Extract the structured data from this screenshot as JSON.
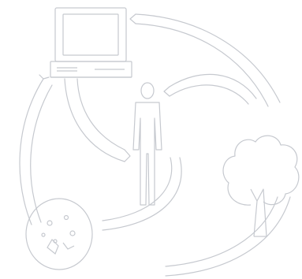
{
  "colors": {
    "background": "#ffffff",
    "line": "#c6c9cf",
    "line_light": "#d9dbe0"
  },
  "diagram": {
    "nodes": [
      {
        "id": "computer",
        "icon": "computer-icon"
      },
      {
        "id": "person",
        "icon": "person-icon"
      },
      {
        "id": "tree",
        "icon": "tree-icon"
      },
      {
        "id": "cell",
        "icon": "cell-icon"
      }
    ]
  }
}
